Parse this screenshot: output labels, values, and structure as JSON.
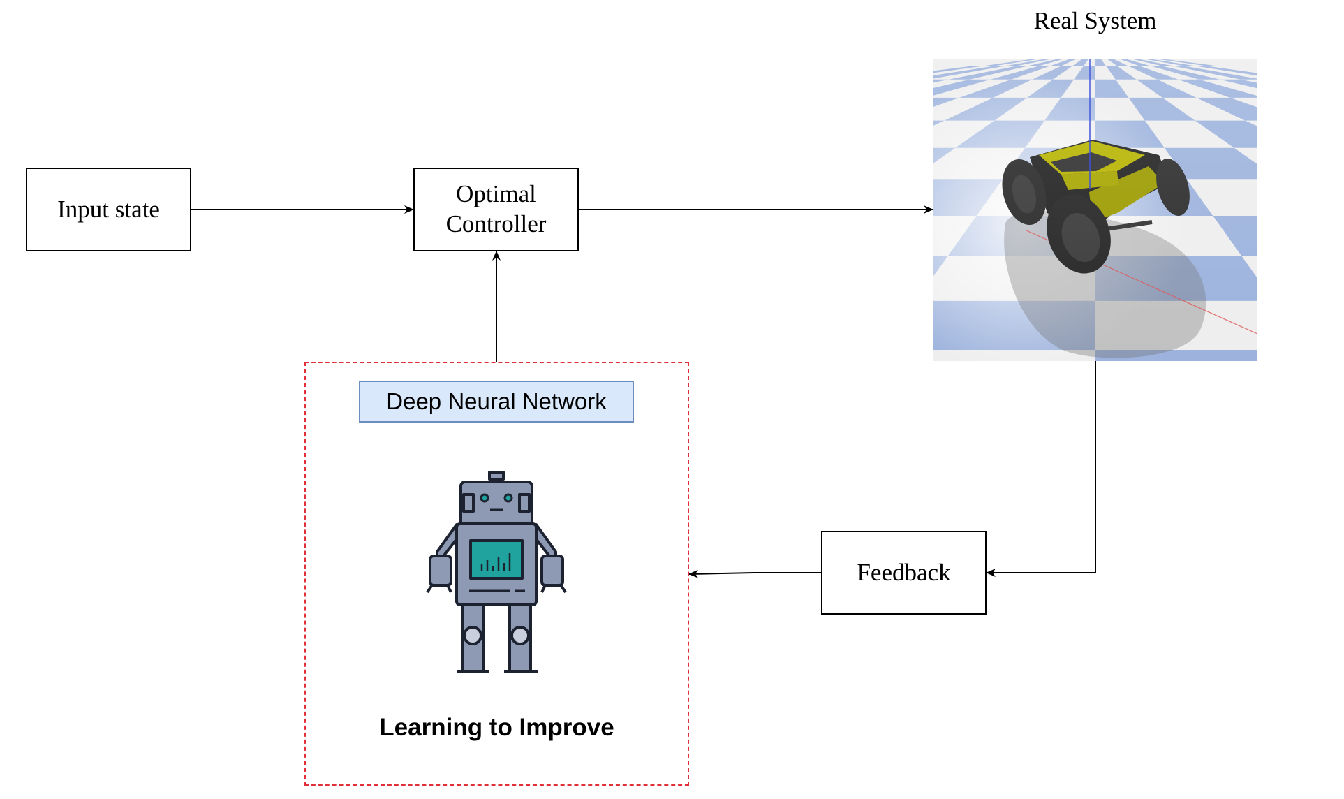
{
  "blocks": {
    "input_state": "Input state",
    "controller_line1": "Optimal",
    "controller_line2": "Controller",
    "feedback": "Feedback",
    "real_system_title": "Real System",
    "dnn_label": "Deep Neural Network",
    "learning_caption": "Learning to Improve"
  },
  "colors": {
    "dnn_border": "#e0313a",
    "dnn_label_fill": "#d9e8fb",
    "dnn_label_stroke": "#6c8ebf",
    "robot_body": "#8e9ab3",
    "robot_screen": "#20a39e",
    "vehicle_body": "#a8a800",
    "floor_blue": "#9db3dd",
    "floor_white": "#eeeeee"
  }
}
